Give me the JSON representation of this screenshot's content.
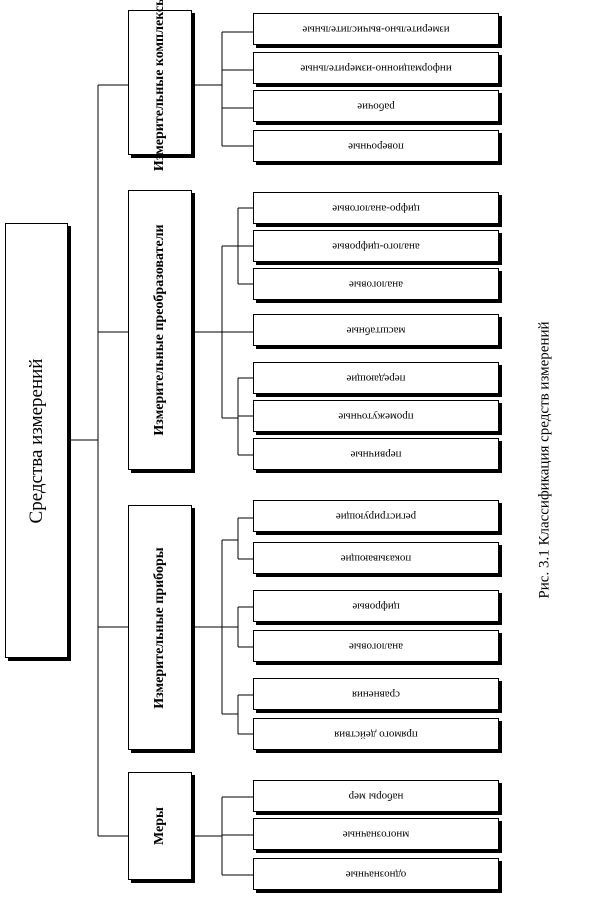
{
  "root": "Средства измерений",
  "categories": [
    {
      "key": "complexes",
      "label": "Измерительные комплексы",
      "items": [
        "измерительно-вычислительные",
        "информационно-измерительные",
        "рабочие",
        "поверочные"
      ]
    },
    {
      "key": "converters",
      "label": "Измерительные преобразователи",
      "items": [
        "цифро-аналоговые",
        "аналого-цифровые",
        "аналоговые",
        "масштабные",
        "передающие",
        "промежуточные",
        "первичные"
      ]
    },
    {
      "key": "instruments",
      "label": "Измерительные приборы",
      "items": [
        "регистрирующие",
        "показывающие",
        "цифровые",
        "аналоговые",
        "сравнения",
        "прямого действия"
      ]
    },
    {
      "key": "measures",
      "label": "Меры",
      "items": [
        "наборы мер",
        "многозначные",
        "однозначные"
      ]
    }
  ],
  "caption": "Рис. 3.1 Классификация средств измерений"
}
